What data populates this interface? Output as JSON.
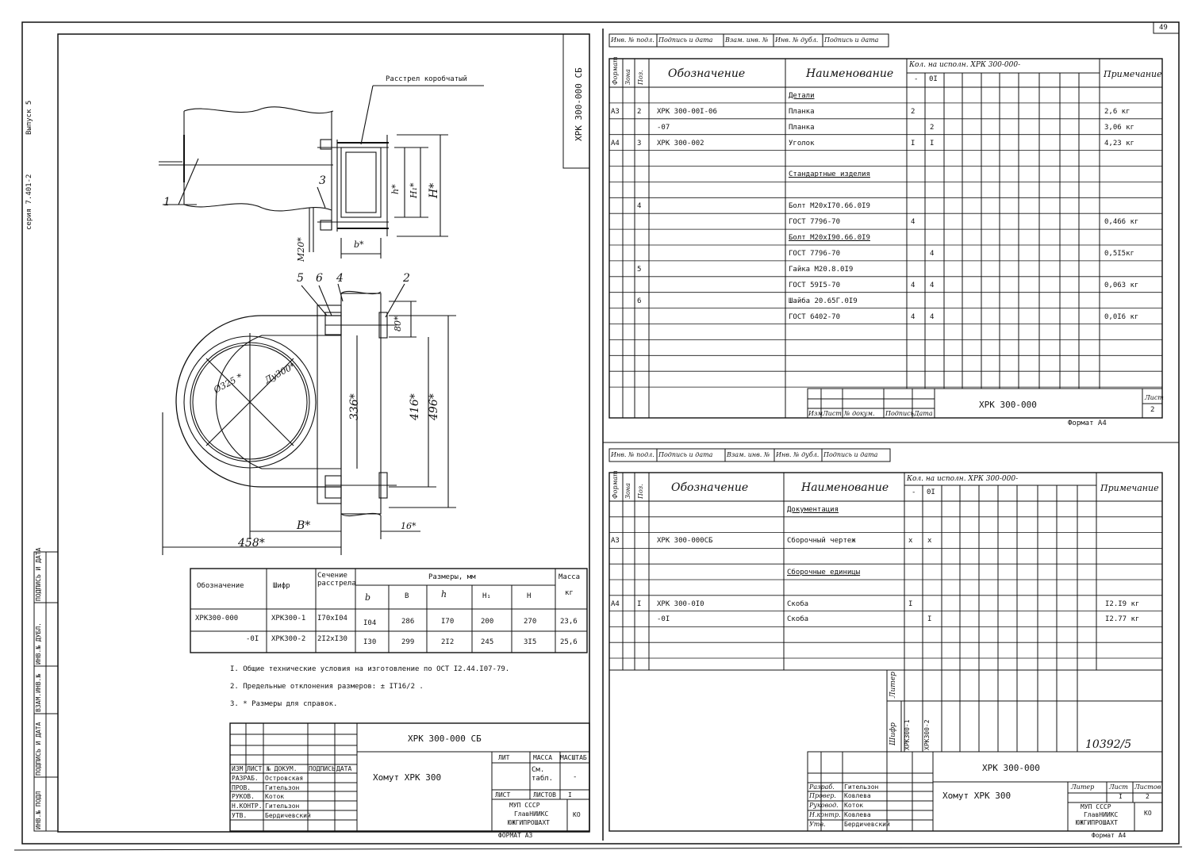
{
  "sheet_number": "49",
  "archive_number": "10392/5",
  "left_margin": {
    "series": "серия 7.401-2",
    "issue": "Выпуск 5",
    "stamp_cols": [
      "ИНВ.№ ПОДЛ",
      "ПОДПИСЬ И ДАТА",
      "ВЗАМ.ИНВ.№",
      "ИНВ.№ ДУБЛ.",
      "ПОДПИСЬ И ДАТА"
    ]
  },
  "assembly": {
    "rotated_code": "ХРК 300-000 СБ",
    "callout_raster": "Расстрел коробчатый",
    "items": [
      "1",
      "2",
      "3",
      "4",
      "5",
      "6"
    ],
    "dims": {
      "h": "h*",
      "H1": "H₁*",
      "H": "H*",
      "b": "b*",
      "bolt": "M20*",
      "d325": "Ø325 *",
      "du300": "Ду300*",
      "d336": "336*",
      "d416": "416*",
      "d496": "496*",
      "B": "B*",
      "d16": "16*",
      "d458": "458*",
      "d80": "80*"
    }
  },
  "size_table": {
    "headers": {
      "designation": "Обозначение",
      "cipher": "Шифр",
      "section": "Сечение расстрела",
      "dimensions": "Размеры, мм",
      "mass": "Масса",
      "mass_unit": "кг",
      "sub": [
        "b",
        "B",
        "h",
        "H₁",
        "H"
      ]
    },
    "rows": [
      {
        "designation": "ХРК300-000",
        "cipher": "ХРК300-1",
        "section": "I70xI04",
        "b": "I04",
        "B": "286",
        "h": "I70",
        "H1": "200",
        "H": "270",
        "mass": "23,6"
      },
      {
        "designation": "-0I",
        "cipher": "ХРК300-2",
        "section": "2I2xI30",
        "b": "I30",
        "B": "299",
        "h": "2I2",
        "H1": "245",
        "H": "3I5",
        "mass": "25,6"
      }
    ]
  },
  "notes": [
    "I. Общие технические условия на изготовление по ОСТ I2.44.I07-79.",
    "2. Предельные отклонения размеров: ± IT16/2 .",
    "3. * Размеры для справок."
  ],
  "title_block_left": {
    "code": "ХРК 300-000 СБ",
    "name": "Хомут ХРК 300",
    "headers": [
      "ИЗМ",
      "ЛИСТ",
      "№ ДОКУМ.",
      "ПОДПИСЬ",
      "ДАТА"
    ],
    "roles": [
      {
        "role": "РАЗРАБ.",
        "name": "Островская"
      },
      {
        "role": "ПРОВ.",
        "name": "Гительзон"
      },
      {
        "role": "РУКОВ.",
        "name": "Коток"
      },
      {
        "role": "Н.КОНТР.",
        "name": "Гительзон"
      },
      {
        "role": "УТВ.",
        "name": "Бердичевский"
      }
    ],
    "lit": "ЛИТ",
    "mass": "МАССА",
    "scale": "МАСШТАБ",
    "mass_value": "См. табл.",
    "scale_value": "-",
    "sheet": "ЛИСТ",
    "sheets": "ЛИСТОВ",
    "sheets_value": "I",
    "org": [
      "МУП СССР",
      "ГлавНИИКС",
      "ЮЖГИПРОШАХТ"
    ],
    "ko": "КО",
    "format": "ФОРМАТ АЗ"
  },
  "spec_top": {
    "top_strip": [
      "Инв. № подл.",
      "Подпись и дата",
      "Взам. инв. №",
      "Инв. № дубл.",
      "Подпись и дата"
    ],
    "headers": {
      "format": "Формат",
      "zone": "Зона",
      "pos": "Поз.",
      "designation": "Обозначение",
      "name": "Наименование",
      "qty": "Кол. на исполн. ХРК 300-000-",
      "note": "Примечание",
      "exec": [
        "-",
        "0I"
      ]
    },
    "rows": [
      {
        "f": "",
        "z": "",
        "p": "",
        "d": "",
        "n": "Детали",
        "q1": "",
        "q2": "",
        "note": ""
      },
      {
        "f": "АЗ",
        "z": "",
        "p": "2",
        "d": "ХРК 300-00I-06",
        "n": "Планка",
        "q1": "2",
        "q2": "",
        "note": "2,6 кг"
      },
      {
        "f": "",
        "z": "",
        "p": "",
        "d": "-07",
        "n": "Планка",
        "q1": "",
        "q2": "2",
        "note": "3,06 кг"
      },
      {
        "f": "А4",
        "z": "",
        "p": "3",
        "d": "ХРК 300-002",
        "n": "Уголок",
        "q1": "I",
        "q2": "I",
        "note": "4,23 кг"
      },
      {
        "f": "",
        "z": "",
        "p": "",
        "d": "",
        "n": "",
        "q1": "",
        "q2": "",
        "note": ""
      },
      {
        "f": "",
        "z": "",
        "p": "",
        "d": "",
        "n": "Стандартные изделия",
        "q1": "",
        "q2": "",
        "note": ""
      },
      {
        "f": "",
        "z": "",
        "p": "",
        "d": "",
        "n": "",
        "q1": "",
        "q2": "",
        "note": ""
      },
      {
        "f": "",
        "z": "",
        "p": "4",
        "d": "",
        "n": "Болт M20xI70.66.0I9",
        "q1": "",
        "q2": "",
        "note": ""
      },
      {
        "f": "",
        "z": "",
        "p": "",
        "d": "",
        "n": "  ГОСТ 7796-70",
        "q1": "4",
        "q2": "",
        "note": "0,466 кг"
      },
      {
        "f": "",
        "z": "",
        "p": "",
        "d": "",
        "n": "Болт M20xI90.66.0I9",
        "q1": "",
        "q2": "",
        "note": ""
      },
      {
        "f": "",
        "z": "",
        "p": "",
        "d": "",
        "n": "  ГОСТ 7796-70",
        "q1": "",
        "q2": "4",
        "note": "0,5I5кг"
      },
      {
        "f": "",
        "z": "",
        "p": "5",
        "d": "",
        "n": "Гайка M20.8.0I9",
        "q1": "",
        "q2": "",
        "note": ""
      },
      {
        "f": "",
        "z": "",
        "p": "",
        "d": "",
        "n": "  ГОСТ 59I5-70",
        "q1": "4",
        "q2": "4",
        "note": "0,063 кг"
      },
      {
        "f": "",
        "z": "",
        "p": "6",
        "d": "",
        "n": "Шайба 20.65Г.0I9",
        "q1": "",
        "q2": "",
        "note": ""
      },
      {
        "f": "",
        "z": "",
        "p": "",
        "d": "",
        "n": "   ГОСТ 6402-70",
        "q1": "4",
        "q2": "4",
        "note": "0,0I6 кг"
      }
    ],
    "stamp_code": "ХРК 300-000",
    "stamp_headers": [
      "Изм",
      "Лист",
      "№ докум.",
      "Подпись",
      "Дата"
    ],
    "sheet_label": "Лист",
    "sheet_value": "2",
    "format": "Формат А4"
  },
  "spec_bottom": {
    "top_strip": [
      "Инв. № подл.",
      "Подпись и дата",
      "Взам. инв. №",
      "Инв. № дубл.",
      "Подпись и дата"
    ],
    "headers": {
      "format": "Формат",
      "zone": "Зона",
      "pos": "Поз.",
      "designation": "Обозначение",
      "name": "Наименование",
      "qty": "Кол. на исполн. ХРК 300-000-",
      "note": "Примечание",
      "exec": [
        "-",
        "0I"
      ]
    },
    "rows": [
      {
        "f": "",
        "z": "",
        "p": "",
        "d": "",
        "n": "Документация",
        "q1": "",
        "q2": "",
        "note": ""
      },
      {
        "f": "",
        "z": "",
        "p": "",
        "d": "",
        "n": "",
        "q1": "",
        "q2": "",
        "note": ""
      },
      {
        "f": "АЗ",
        "z": "",
        "p": "",
        "d": "ХРК 300-000СБ",
        "n": "Сборочный чертеж",
        "q1": "x",
        "q2": "x",
        "note": ""
      },
      {
        "f": "",
        "z": "",
        "p": "",
        "d": "",
        "n": "",
        "q1": "",
        "q2": "",
        "note": ""
      },
      {
        "f": "",
        "z": "",
        "p": "",
        "d": "",
        "n": "Сборочные единицы",
        "q1": "",
        "q2": "",
        "note": ""
      },
      {
        "f": "",
        "z": "",
        "p": "",
        "d": "",
        "n": "",
        "q1": "",
        "q2": "",
        "note": ""
      },
      {
        "f": "А4",
        "z": "",
        "p": "I",
        "d": "ХРК 300-0I0",
        "n": "Скоба",
        "q1": "I",
        "q2": "",
        "note": "I2.I9 кг"
      },
      {
        "f": "",
        "z": "",
        "p": "",
        "d": "-0I",
        "n": "Скоба",
        "q1": "",
        "q2": "I",
        "note": "I2.77 кг"
      }
    ],
    "cipher_label": "Шифр",
    "lit_label": "Литер",
    "ciphers": [
      "ХРК300-1",
      "ХРК300-2"
    ],
    "stamp_code": "ХРК 300-000",
    "stamp_name": "Хомут ХРК 300",
    "stamp_rows": [
      "Разраб.",
      "Провер.",
      "Руковод.",
      "Н.контр.",
      "Утв."
    ],
    "stamp_names": [
      "Гительзон",
      "Ковлева",
      "Коток",
      "Ковлева",
      "Бердичевский"
    ],
    "lit": "Литер",
    "sheet": "Лист",
    "sheets": "Листов",
    "sheet_value": "I",
    "sheets_value": "2",
    "org": [
      "МУП СССР",
      "ГлавНИИКС",
      "ЮЖГИПРОШАХТ"
    ],
    "ko": "КО",
    "format": "Формат А4"
  }
}
